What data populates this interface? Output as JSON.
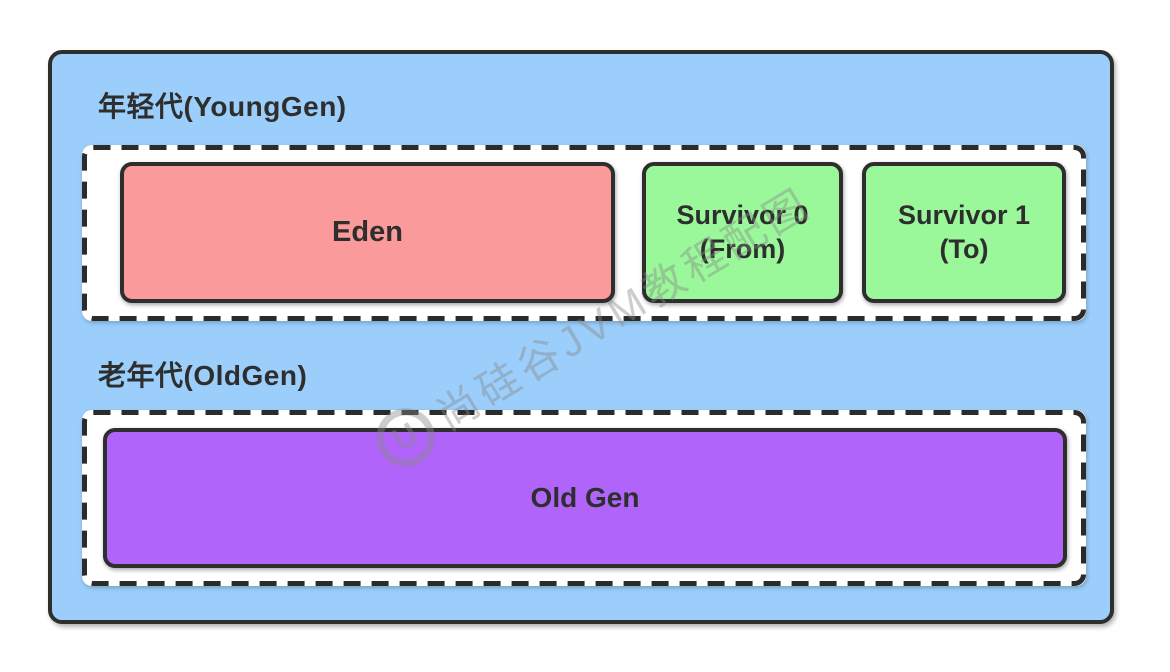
{
  "diagram": {
    "young_gen": {
      "label": "年轻代(YoungGen)",
      "eden": {
        "label": "Eden"
      },
      "survivor0": {
        "line1": "Survivor 0",
        "line2": "(From)"
      },
      "survivor1": {
        "line1": "Survivor 1",
        "line2": "(To)"
      }
    },
    "old_gen": {
      "label": "老年代(OldGen)",
      "oldgen": {
        "label": "Old Gen"
      }
    },
    "watermark": {
      "text": "尚硅谷JVM教程配图",
      "logo_glyph": "U"
    },
    "colors": {
      "page_background": "#ffffff",
      "heap_fill": "#9BCEFB",
      "eden_fill": "#FB9A9A",
      "survivor_fill": "#9AF89A",
      "old_gen_fill": "#B064FA",
      "zone_fill": "#ffffff",
      "border": "#2e2e2e",
      "watermark": "rgba(135,135,135,0.42)"
    }
  }
}
